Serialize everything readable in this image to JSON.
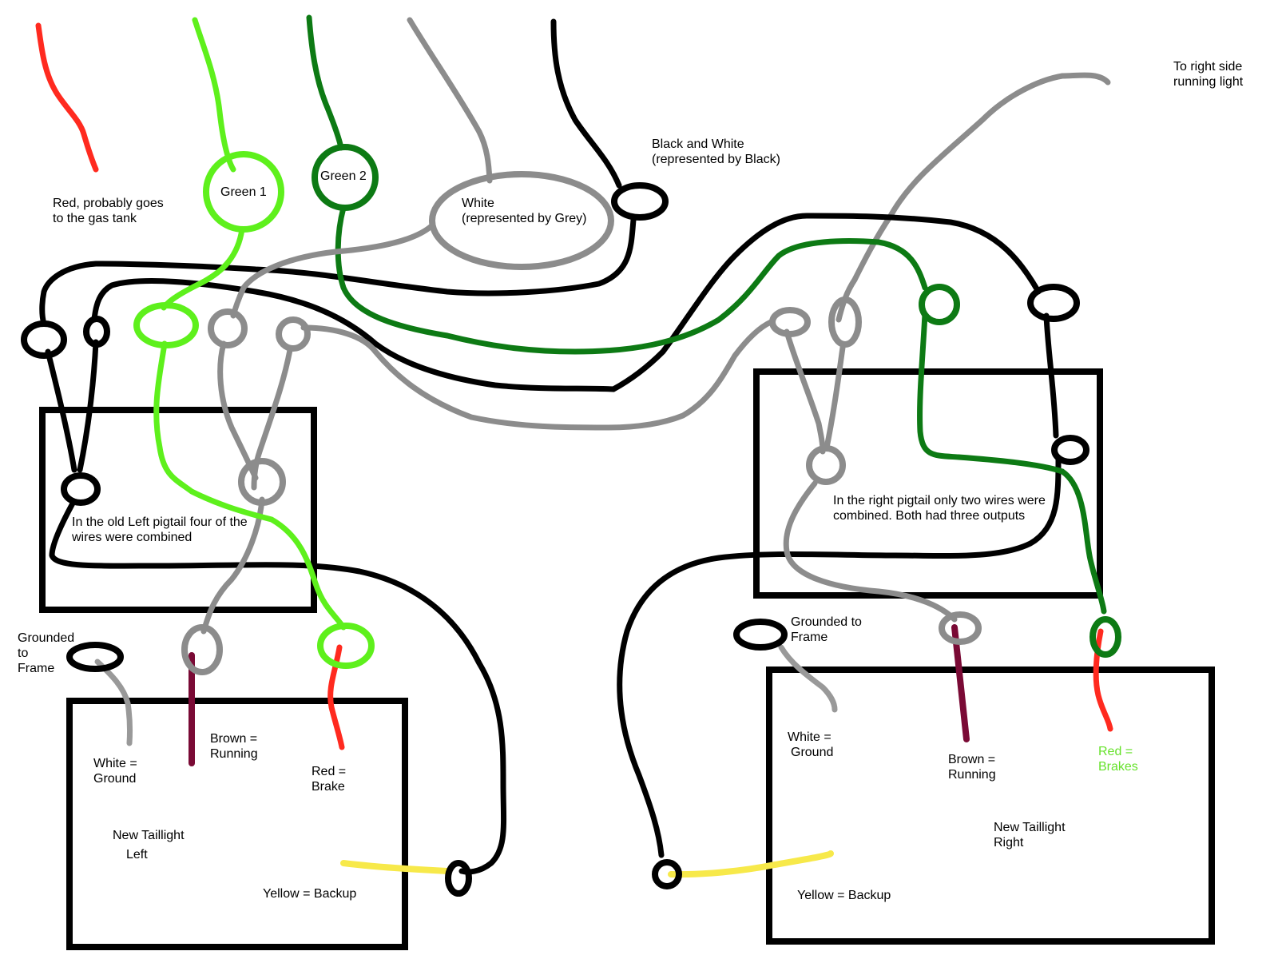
{
  "labels": {
    "red_gas": [
      "Red, probably goes",
      "to the gas tank"
    ],
    "green1": "Green 1",
    "green2": "Green 2",
    "white": [
      "White",
      "(represented by Grey)"
    ],
    "black_white": [
      "Black and White",
      "(represented by Black)"
    ],
    "right_running": [
      "To right side",
      "running light"
    ],
    "left_pigtail": [
      "In the old Left pigtail four of the",
      "wires were combined"
    ],
    "right_pigtail": [
      "In the right pigtail only two wires were",
      "combined. Both had three outputs"
    ],
    "grounded_left": [
      "Grounded",
      "to",
      "Frame"
    ],
    "grounded_right": [
      "Grounded to",
      "Frame"
    ],
    "left_white": [
      "White =",
      "Ground"
    ],
    "left_brown": [
      "Brown =",
      "Running"
    ],
    "left_red": [
      "Red =",
      "Brake"
    ],
    "left_title": [
      "New Taillight",
      "Left"
    ],
    "left_yellow": "Yellow = Backup",
    "right_white": [
      "White =",
      "Ground"
    ],
    "right_brown": [
      "Brown =",
      "Running"
    ],
    "right_red": [
      "Red =",
      "Brakes"
    ],
    "right_title": [
      "New Taillight",
      "Right"
    ],
    "right_yellow": "Yellow = Backup"
  },
  "colors": {
    "red": "#ff2a1f",
    "light_green": "#5ef01c",
    "dark_green": "#0d7a14",
    "grey": "#8c8c8c",
    "black": "#000000",
    "brown": "#7a0a35",
    "yellow": "#f7e94a",
    "label_green": "#66e22b"
  }
}
